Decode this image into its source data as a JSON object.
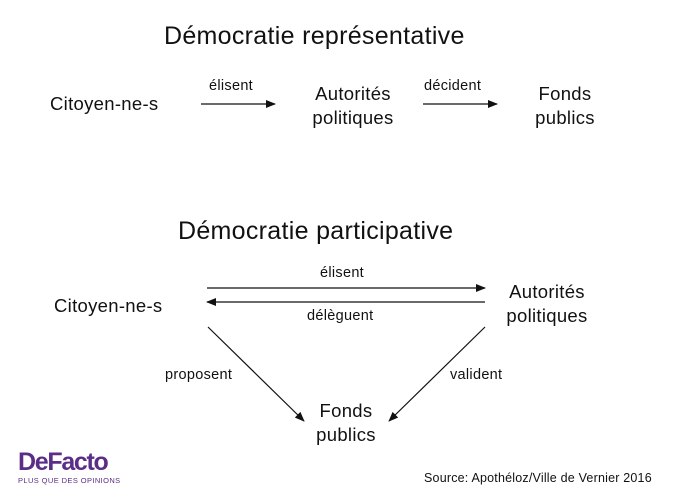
{
  "representative": {
    "title": "Démocratie représentative",
    "citizens": "Citoyen-ne-s",
    "authorities": [
      "Autorités",
      "politiques"
    ],
    "funds": [
      "Fonds",
      "publics"
    ],
    "edge_elect": "élisent",
    "edge_decide": "décident"
  },
  "participative": {
    "title": "Démocratie participative",
    "citizens": "Citoyen-ne-s",
    "authorities": [
      "Autorités",
      "politiques"
    ],
    "funds": [
      "Fonds",
      "publics"
    ],
    "edge_elect": "élisent",
    "edge_delegate": "délèguent",
    "edge_propose": "proposent",
    "edge_validate": "valident"
  },
  "logo": {
    "name": "DeFacto",
    "tagline": "PLUS QUE DES OPINIONS",
    "color": "#5b2d86"
  },
  "source": "Source: Apothéloz/Ville de Vernier 2016",
  "colors": {
    "text": "#111111",
    "arrow": "#111111",
    "background": "#ffffff"
  }
}
